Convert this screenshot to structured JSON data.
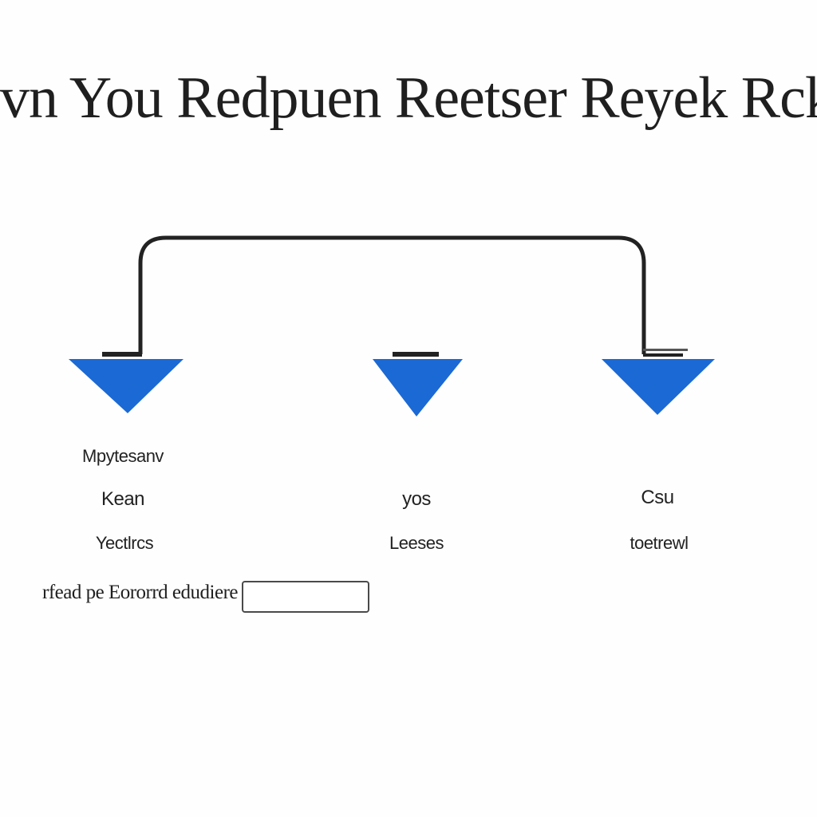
{
  "title": "vn You Redpuen Reetser Reyek Rck",
  "colors": {
    "node_fill": "#1b69d4",
    "connector": "#222222",
    "text": "#1f1f1f"
  },
  "nodes": [
    {
      "lines": [
        "Mpytesanv",
        "Kean",
        "Yectlrcs"
      ]
    },
    {
      "lines": [
        "yos",
        "Leeses"
      ]
    },
    {
      "lines": [
        "Csu",
        "toetrewl"
      ]
    }
  ],
  "form": {
    "label": "rfead pe Eororrd edudiere",
    "value": ""
  }
}
